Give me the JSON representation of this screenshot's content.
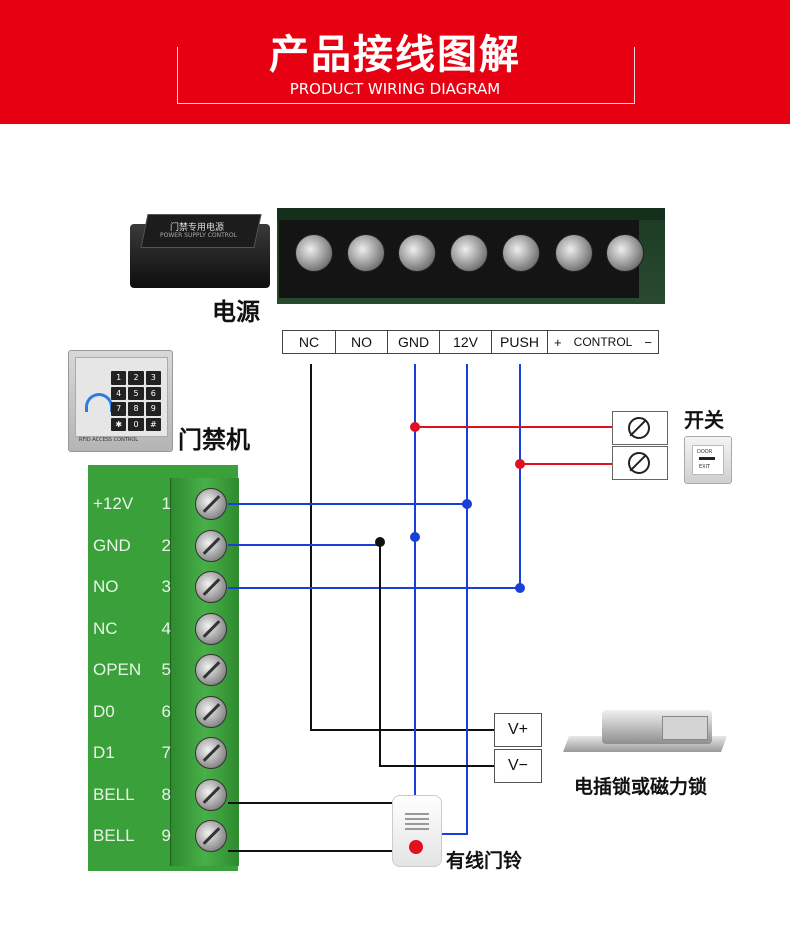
{
  "header": {
    "title": "产品接线图解",
    "subtitle": "PRODUCT WIRING DIAGRAM"
  },
  "power_supply": {
    "label": "电源",
    "device_text": "门禁专用电源",
    "device_subtext": "POWER SUPPLY CONTROL",
    "terminals": [
      "NC",
      "NO",
      "GND",
      "12V",
      "PUSH",
      "+",
      "CONTROL",
      "−"
    ]
  },
  "access_controller": {
    "label": "门禁机",
    "keypad_footer": "RFID ACCESS CONTROL",
    "keys": [
      "1",
      "2",
      "3",
      "4",
      "5",
      "6",
      "7",
      "8",
      "9",
      "✱",
      "0",
      "#"
    ]
  },
  "controller_terminals": [
    {
      "name": "+12V",
      "num": "1"
    },
    {
      "name": "GND",
      "num": "2"
    },
    {
      "name": "NO",
      "num": "3"
    },
    {
      "name": "NC",
      "num": "4"
    },
    {
      "name": "OPEN",
      "num": "5"
    },
    {
      "name": "D0",
      "num": "6"
    },
    {
      "name": "D1",
      "num": "7"
    },
    {
      "name": "BELL",
      "num": "8"
    },
    {
      "name": "BELL",
      "num": "9"
    }
  ],
  "exit_switch": {
    "label": "开关",
    "button_text_top": "DOOR",
    "button_text_bottom": "EXIT"
  },
  "lock": {
    "label": "电插锁或磁力锁",
    "terminals": [
      "V+",
      "V−"
    ]
  },
  "doorbell": {
    "label": "有线门铃"
  },
  "colors": {
    "banner": "#e60012",
    "wire_blue": "#1a3fd6",
    "wire_red": "#e01020",
    "wire_black": "#111111",
    "board_green": "#3aa03a"
  }
}
